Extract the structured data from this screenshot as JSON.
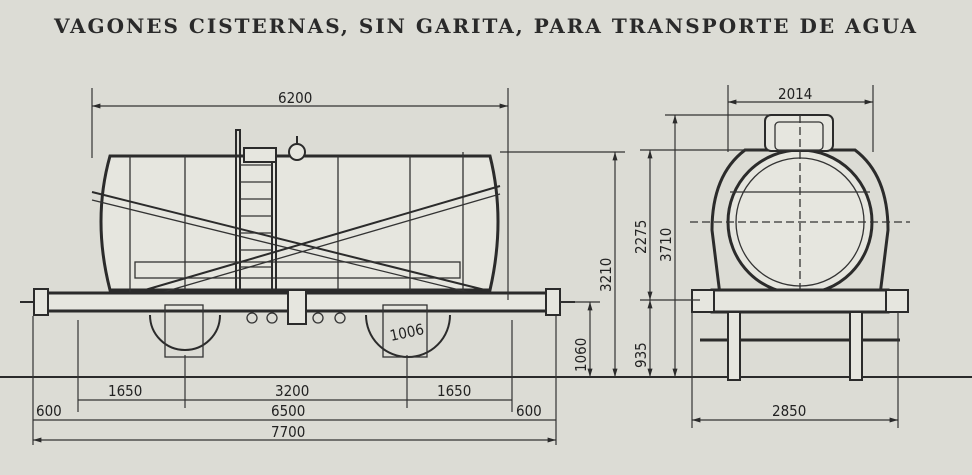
{
  "title": "VAGONES CISTERNAS, SIN GARITA, PARA TRANSPORTE DE AGUA",
  "dimensions": {
    "length_tank": "6200",
    "axle_left_overhang": "1650",
    "wheelbase": "3200",
    "axle_right_overhang": "1650",
    "buffer_left": "600",
    "frame_length": "6500",
    "buffer_right": "600",
    "overall_length": "7700",
    "wheel_diameter": "1006",
    "buffer_height": "1060",
    "side_total_height": "3210",
    "tank_width": "2014",
    "tank_height": "2275",
    "end_total_height": "3710",
    "frame_height": "935",
    "track_width": "2850"
  }
}
